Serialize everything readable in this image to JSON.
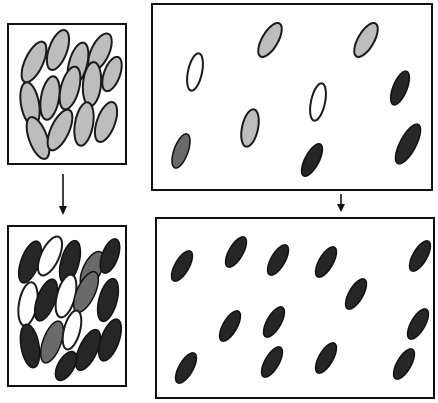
{
  "diagram": {
    "panels": [
      {
        "id": "top-left",
        "description_key": "uniform-light-cells"
      },
      {
        "id": "top-right",
        "description_key": "mixed-cells-sparse"
      },
      {
        "id": "bottom-left",
        "description_key": "mixed-cells-dense"
      },
      {
        "id": "bottom-right",
        "description_key": "uniform-dark-cells"
      }
    ],
    "arrows": [
      "top-left-to-bottom-left",
      "top-right-to-bottom-right"
    ],
    "colors": {
      "light_fill": "#bdbdbd",
      "white_fill": "#ffffff",
      "dark_fill": "#262626",
      "mid_fill": "#6a6a6a",
      "outline": "#111111"
    }
  }
}
